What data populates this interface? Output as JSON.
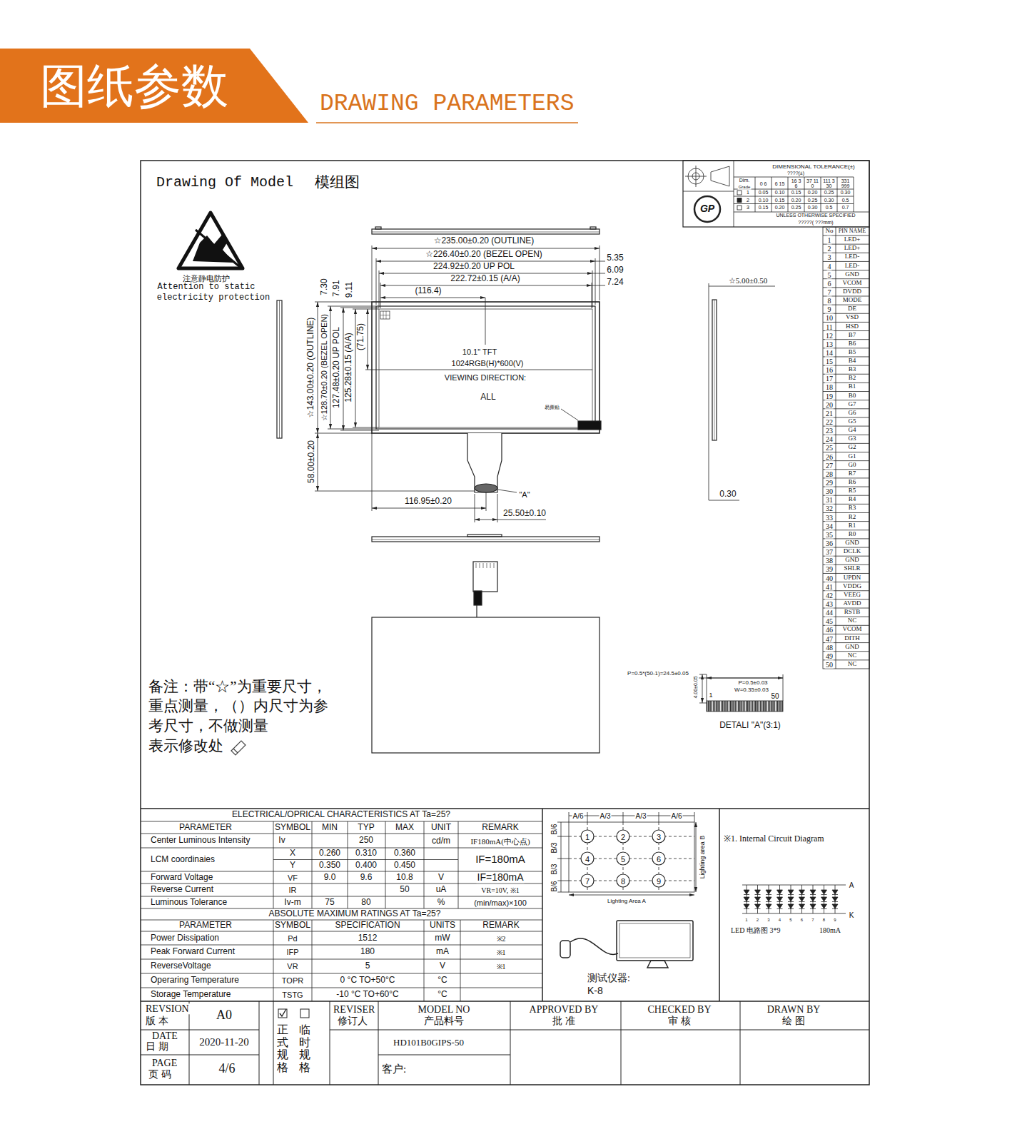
{
  "diagram": {
    "title": "DRAWING PARAMETERS",
    "nodes": [
      {
        "text": [
          "图纸参数"
        ]
      },
      {
        "text": [
          "1"
        ]
      },
      {
        "text": [
          "2"
        ]
      },
      {
        "text": [
          "3"
        ]
      },
      {
        "text": [
          "4"
        ]
      },
      {
        "text": [
          "5"
        ]
      },
      {
        "text": [
          "6"
        ]
      },
      {
        "text": [
          "7"
        ]
      },
      {
        "text": [
          "8"
        ]
      },
      {
        "text": [
          "9"
        ]
      }
    ],
    "labels": [
      "Drawing Of Model",
      "模组图",
      "注意静电防护",
      "Attention to static",
      "electricity protection",
      "DIMENSIONAL TOLERANCE(±)",
      "????(±)",
      "Dim.",
      "Grade",
      "0 6",
      "6 15",
      "16 36",
      "37 110",
      "111 330",
      "331 999",
      "1",
      "0.05",
      "0.10",
      "0.15",
      "0.20",
      "0.25",
      "0.30",
      "2",
      "0.10",
      "0.15",
      "0.20",
      "0.25",
      "0.30",
      "0.5",
      "3",
      "0.15",
      "0.20",
      "0.25",
      "0.30",
      "0.5",
      "0.7",
      "UNLESS OTHERWISE SPECIFIED",
      "?????( ???mm)",
      "GP",
      "No",
      "PIN NAME",
      "1",
      "LED+",
      "2",
      "LED+",
      "3",
      "LED-",
      "4",
      "LED-",
      "5",
      "GND",
      "6",
      "VCOM",
      "7",
      "DVDD",
      "8",
      "MODE",
      "9",
      "DE",
      "10",
      "VSD",
      "11",
      "HSD",
      "12",
      "B7",
      "13",
      "B6",
      "14",
      "B5",
      "15",
      "B4",
      "16",
      "B3",
      "17",
      "B2",
      "18",
      "B1",
      "19",
      "B0",
      "20",
      "G7",
      "21",
      "G6",
      "22",
      "G5",
      "23",
      "G4",
      "24",
      "G3",
      "25",
      "G2",
      "26",
      "G1",
      "27",
      "G0",
      "28",
      "R7",
      "29",
      "R6",
      "30",
      "R5",
      "31",
      "R4",
      "32",
      "R3",
      "33",
      "R2",
      "34",
      "R1",
      "35",
      "R0",
      "36",
      "GND",
      "37",
      "DCLK",
      "38",
      "GND",
      "39",
      "SHLR",
      "40",
      "UPDN",
      "41",
      "VDDG",
      "42",
      "VEEG",
      "43",
      "AVDD",
      "44",
      "RSTB",
      "45",
      "NC",
      "46",
      "VCOM",
      "47",
      "DITH",
      "48",
      "GND",
      "49",
      "NC",
      "50",
      "NC",
      "☆235.00±0.20 (OUTLINE)",
      "☆226.40±0.20 (BEZEL OPEN)",
      "224.92±0.20 UP POL",
      "222.72±0.15 (A/A)",
      "(116.4)",
      "5.35",
      "6.09",
      "7.24",
      "7.30",
      "7.91",
      "9.11",
      "☆143.00±0.20 (OUTLINE)",
      "☆128.70±0.20 (BEZEL OPEN)",
      "127.48±0.20 UP POL",
      "125.28±0.15 (A/A)",
      "(71.75)",
      "58.00±0.20",
      "10.1\" TFT",
      "1024RGB(H)*600(V)",
      "VIEWING DIRECTION:",
      "ALL",
      "易撕贴",
      "\"A\"",
      "116.95±0.20",
      "25.50±0.10",
      "☆5.00±0.50",
      "0.30",
      "P=0.5*(50-1)=24.5±0.05",
      "4.00±0.05",
      "P=0.5±0.03",
      "W=0.35±0.03",
      "1",
      "50",
      "DETALI \"A\"(3:1)",
      "备注：带“☆”为重要尺寸，重点测量，（）内尺寸为参考尺寸，不做测量",
      "表示修改处",
      "ELECTRICAL/OPRICAL CHARACTERISTICS AT Ta=25?",
      "PARAMETER",
      "SYMBOL",
      "MIN",
      "TYP",
      "MAX",
      "UNIT",
      "REMARK",
      "Center Luminous Intensity",
      "Iv",
      "250",
      "cd/m",
      "IF180mA(中心点)",
      "LCM coordinaies",
      "X",
      "Y",
      "0.260",
      "0.310",
      "0.360",
      "0.350",
      "0.400",
      "0.450",
      "IF=180mA",
      "Forward Voltage",
      "VF",
      "9.0",
      "9.6",
      "10.8",
      "V",
      "IF=180mA",
      "Reverse Current",
      "IR",
      "50",
      "uA",
      "VR=10V, ※1",
      "Luminous Tolerance",
      "Iv-m",
      "75",
      "80",
      "%",
      "(min/max)×100",
      "ABSOLUTE MAXIMUM RATINGS AT Ta=25?",
      "PARAMETER",
      "SYMBOL",
      "SPECIFICATION",
      "UNITS",
      "REMARK",
      "Power Dissipation",
      "Pd",
      "1512",
      "mW",
      "※2",
      "Peak Forward Current",
      "IFP",
      "180",
      "mA",
      "※1",
      "ReverseVoltage",
      "VR",
      "5",
      "V",
      "※1",
      "Operaring Temperature",
      "TOPR",
      "0 °C TO+50°C",
      "°C",
      "Storage Temperature",
      "TSTG",
      "-10 °C TO+60°C",
      "°C",
      "A/6",
      "A/3",
      "A/3",
      "A/6",
      "B/6",
      "B/3",
      "B/3",
      "B/6",
      "Lighting area B",
      "Lighting Area A",
      "测试仪器:",
      "K-8",
      "※1. Internal Circuit Diagram",
      "A",
      "K",
      "1",
      "2",
      "3",
      "4",
      "5",
      "6",
      "7",
      "8",
      "9",
      "LED 电路图 3*9",
      "180mA",
      "REVSION",
      "版 本",
      "A0",
      "DATE",
      "日 期",
      "2020-11-20",
      "PAGE",
      "页 码",
      "4/6",
      "正式规格",
      "临时规格",
      "REVISER",
      "修订人",
      "MODEL NO",
      "产品料号",
      "APPROVED BY",
      "批 准",
      "CHECKED BY",
      "审 核",
      "DRAWN BY",
      "绘 图",
      "HD101B0GIPS-50",
      "客户:"
    ]
  }
}
